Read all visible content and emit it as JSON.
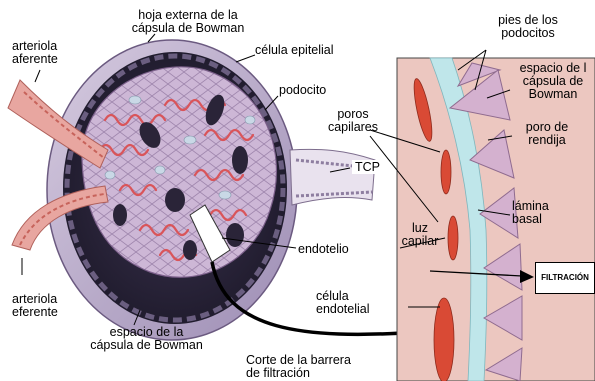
{
  "labels": {
    "bowman_outer": [
      "hoja externa de la",
      "cápsula de Bowman"
    ],
    "afferent": [
      "arteriola",
      "aferente"
    ],
    "epithelial": "célula epitelial",
    "podocyte": "podocito",
    "pores": [
      "poros",
      "capilares"
    ],
    "tcp": "TCP",
    "endothelium": "endotelio",
    "efferent": [
      "arteriola",
      "eferente"
    ],
    "bowman_space": [
      "espacio de la",
      "cápsula de Bowman"
    ],
    "barrier_cut": [
      "Corte de la barrera",
      "de filtración"
    ],
    "podocyte_feet": [
      "pies de los",
      "podocitos"
    ],
    "bowman_space_right": [
      "espacio de l",
      "cápsula de",
      "Bowman"
    ],
    "slit_pore": [
      "poro de",
      "rendija"
    ],
    "basal_lamina": [
      "lámina",
      "basal"
    ],
    "capillary_lumen": [
      "luz",
      "capilar"
    ],
    "endothelial_cell": [
      "célula",
      "endotelial"
    ],
    "filtration": "FILTRACIÓN"
  },
  "colors": {
    "capsule_wall": "#b9a8c9",
    "capsule_dark": "#2a2438",
    "podocyte_fill": "#d4b1cf",
    "capillary_red": "#d9555a",
    "arteriole_pink": "#e8a6a0",
    "inset_bg": "#ecc7c0",
    "basal_lamina": "#bfe6ea",
    "endothelial_red": "#d94a35"
  }
}
